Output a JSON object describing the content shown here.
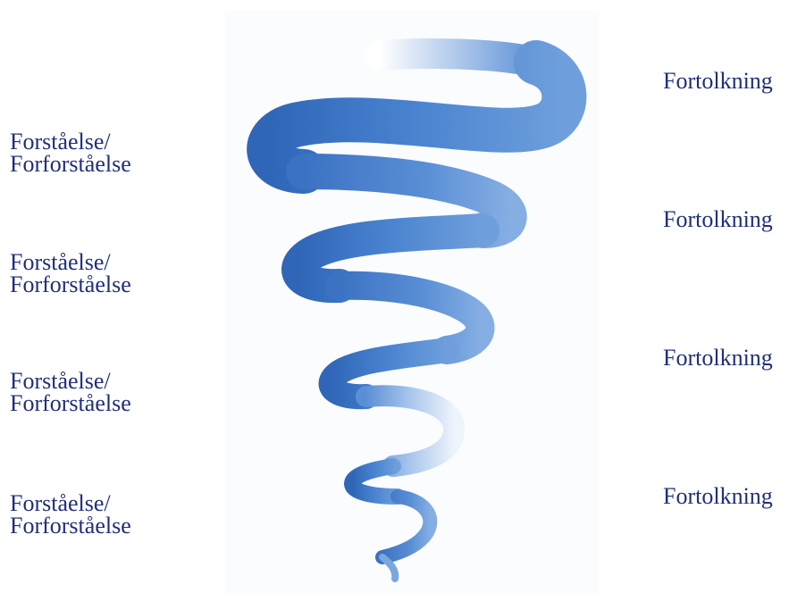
{
  "diagram": {
    "left_labels": [
      {
        "line1": "Forståelse/",
        "line2": "Forforståelse"
      },
      {
        "line1": "Forståelse/",
        "line2": "Forforståelse"
      },
      {
        "line1": "Forståelse/",
        "line2": "Forforståelse"
      },
      {
        "line1": "Forståelse/",
        "line2": "Forforståelse"
      }
    ],
    "right_labels": [
      "Fortolkning",
      "Fortolkning",
      "Fortolkning",
      "Fortolkning"
    ],
    "colors": {
      "text": "#1f2e7a",
      "spiral_dark": "#3a72c4",
      "spiral_mid": "#4d86d2",
      "spiral_light": "#7aa6e0",
      "spiral_pale": "#d6e4f6"
    }
  }
}
